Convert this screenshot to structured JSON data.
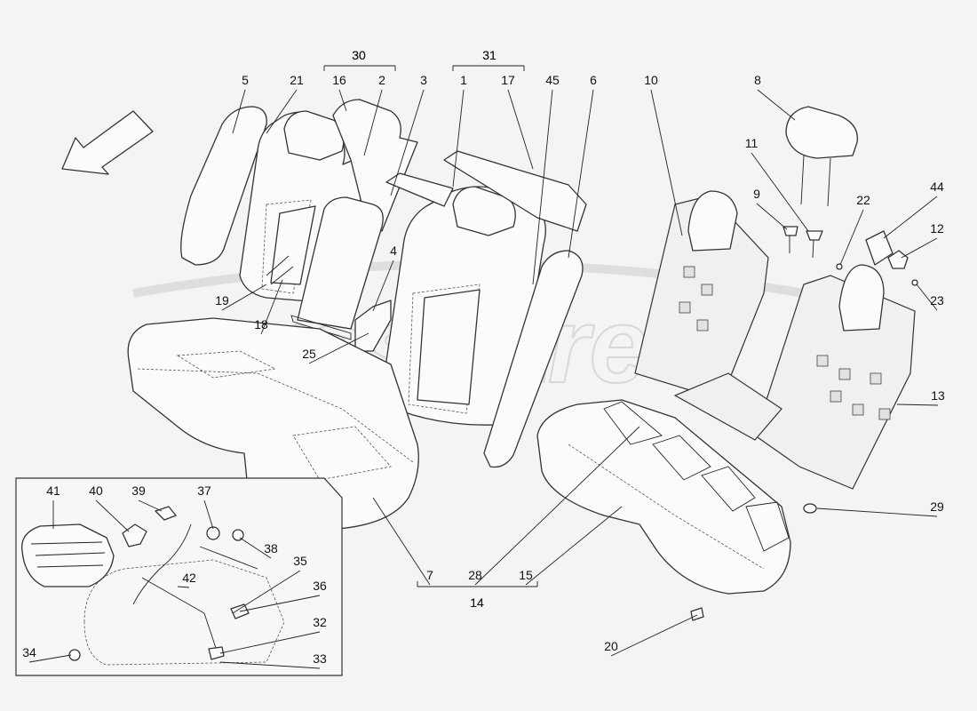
{
  "watermark": "eurospares",
  "callouts": [
    "1",
    "2",
    "3",
    "4",
    "5",
    "6",
    "7",
    "8",
    "9",
    "10",
    "11",
    "12",
    "13",
    "14",
    "15",
    "16",
    "17",
    "18",
    "19",
    "20",
    "21",
    "22",
    "23",
    "25",
    "28",
    "29",
    "30",
    "31",
    "32",
    "33",
    "34",
    "35",
    "36",
    "37",
    "38",
    "39",
    "40",
    "41",
    "42",
    "44",
    "45"
  ],
  "group_brackets": [
    {
      "label": "30"
    },
    {
      "label": "31"
    },
    {
      "label": "14"
    }
  ],
  "direction_arrow": "arrow-left-down-icon"
}
